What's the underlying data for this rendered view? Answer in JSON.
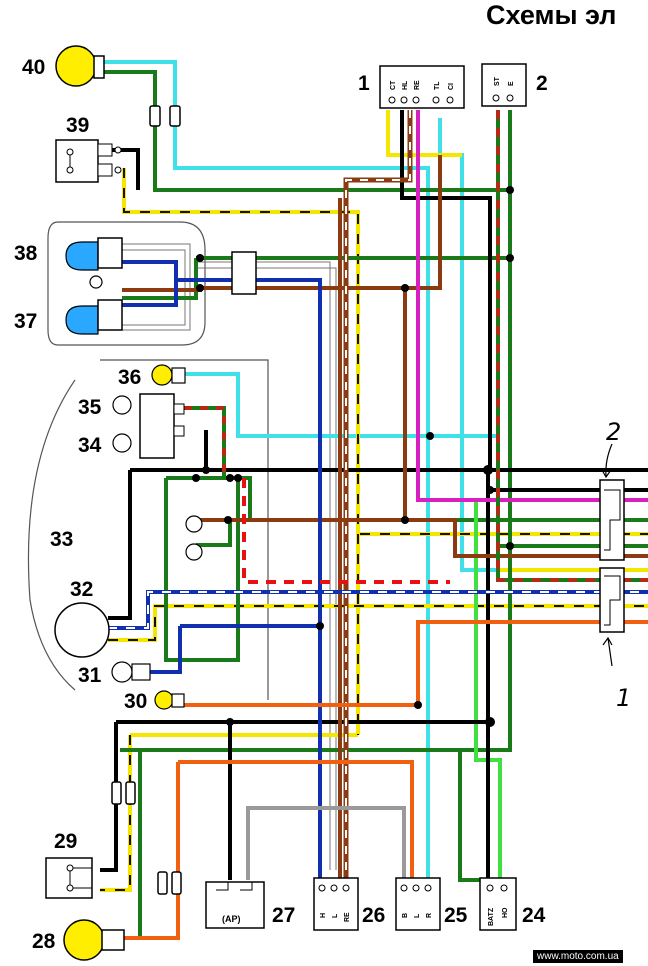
{
  "title": "Схемы эл",
  "footer": "www.moto.com.ua",
  "labels": [
    "40",
    "39",
    "38",
    "37",
    "36",
    "35",
    "34",
    "33",
    "32",
    "31",
    "30",
    "29",
    "28",
    "27",
    "26",
    "25",
    "24",
    "1",
    "2"
  ],
  "connector_1_pins": [
    "CT",
    "HL",
    "RE",
    "TL",
    "CI"
  ],
  "connector_2_pins": [
    "ST",
    "E"
  ],
  "connector_26_pins": [
    "H",
    "L",
    "RE"
  ],
  "connector_25_pins": [
    "B",
    "L",
    "R"
  ],
  "connector_24_pins": [
    "BATZ",
    "HO"
  ],
  "relay_27_text": "(AP)",
  "handwritten": [
    "2",
    "1"
  ],
  "wire_colors": {
    "black": "#000000",
    "green": "#1a7a1a",
    "cyan": "#40e0e8",
    "blue": "#1030b0",
    "brown": "#8b3a12",
    "red": "#e81010",
    "yellow": "#f5e600",
    "magenta": "#d820c0",
    "orange": "#f06010",
    "gray": "#9a9a9a",
    "lightgreen": "#40e040",
    "bulb": "#ffee00"
  }
}
